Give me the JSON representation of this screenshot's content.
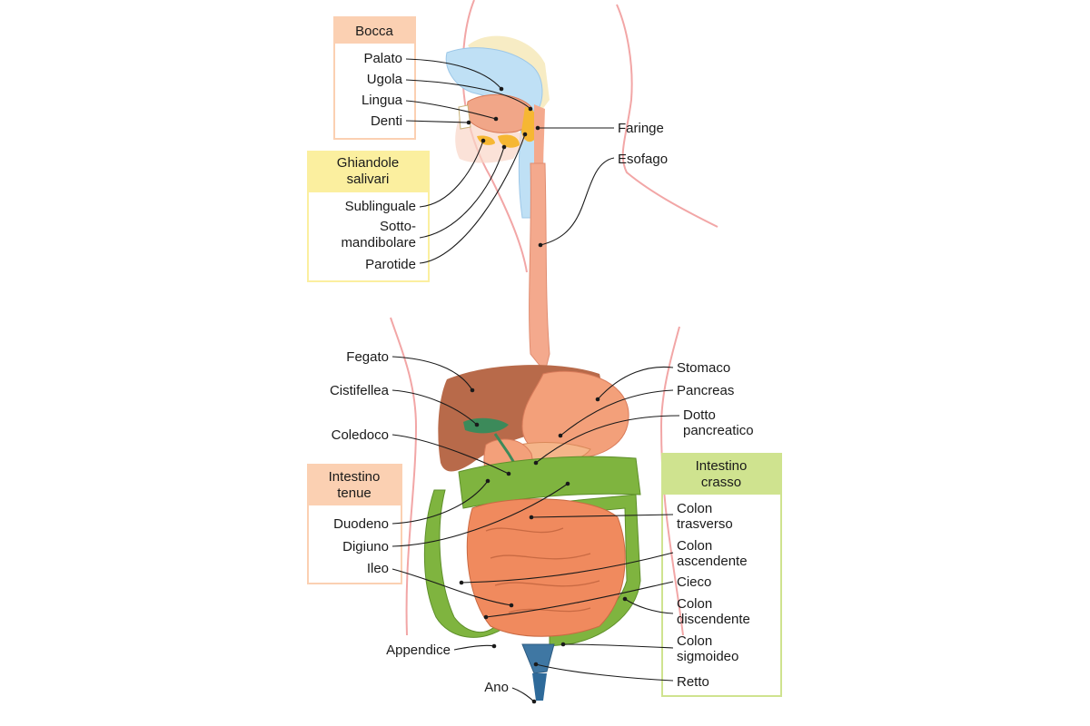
{
  "colors": {
    "mouth_group": "#fbd0b2",
    "salivary_group": "#fbef9f",
    "small_intestine_group": "#fbd0b2",
    "large_intestine_group": "#cfe38f",
    "skin_outline": "#f2a6a6",
    "liver": "#b86a4a",
    "stomach": "#f3a07a",
    "small_intestine": "#f08a5e",
    "large_intestine": "#7fb43f",
    "esophagus": "#f4a98d",
    "airway": "#bfe0f5",
    "gland": "#f6b733"
  },
  "groups": {
    "mouth": {
      "title": "Bocca",
      "items": [
        "Palato",
        "Ugola",
        "Lingua",
        "Denti"
      ]
    },
    "salivary": {
      "title_line1": "Ghiandole",
      "title_line2": "salivari",
      "items": [
        "Sublinguale",
        "Sotto-",
        "mandibolare",
        "Parotide"
      ]
    },
    "small_intestine": {
      "title_line1": "Intestino",
      "title_line2": "tenue",
      "items": [
        "Duodeno",
        "Digiuno",
        "Ileo"
      ]
    },
    "large_intestine": {
      "title_line1": "Intestino",
      "title_line2": "crasso",
      "items": [
        "Colon",
        "trasverso",
        "Colon",
        "ascendente",
        "Cieco",
        "Colon",
        "discendente",
        "Colon",
        "sigmoideo",
        "Retto"
      ]
    }
  },
  "labels": {
    "faringe": "Faringe",
    "esofago": "Esofago",
    "fegato": "Fegato",
    "cistifellea": "Cistifellea",
    "coledoco": "Coledoco",
    "stomaco": "Stomaco",
    "pancreas": "Pancreas",
    "dotto_line1": "Dotto",
    "dotto_line2": "pancreatico",
    "appendice": "Appendice",
    "ano": "Ano"
  }
}
